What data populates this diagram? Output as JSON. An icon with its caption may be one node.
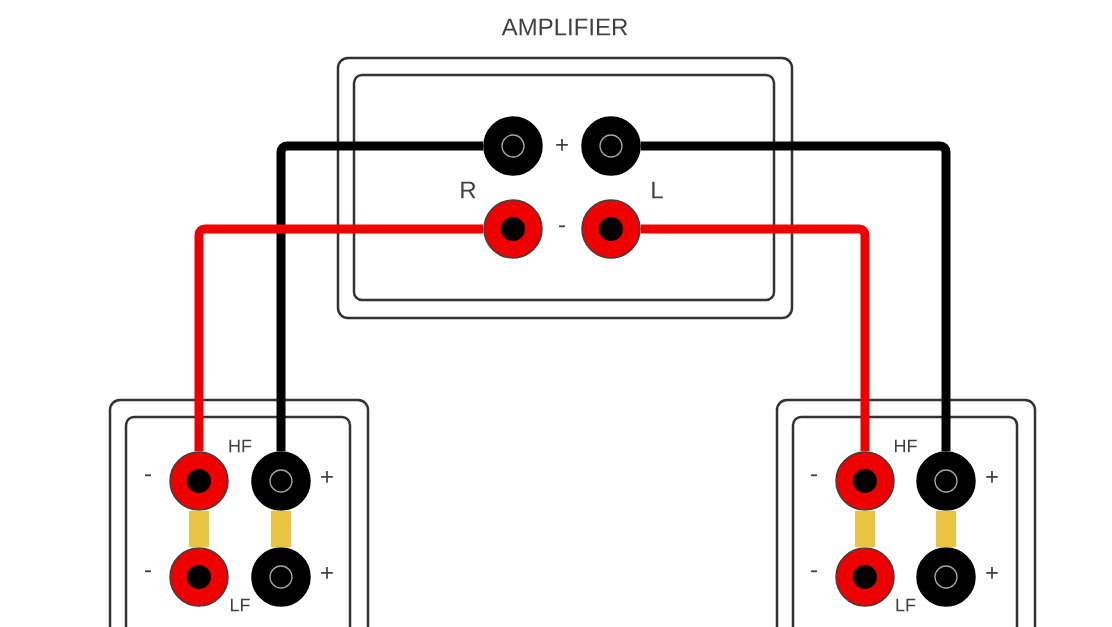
{
  "diagram": {
    "nodes": [
      {
        "text": [
          "AMPLIFIER"
        ]
      },
      {
        "text": [],
        "shape": "circle",
        "in": 0
      },
      {
        "text": [],
        "shape": "circle",
        "in": 0
      },
      {
        "text": [],
        "shape": "circle",
        "in": 0
      },
      {
        "text": [],
        "shape": "circle",
        "in": 0
      },
      {
        "text": [
          "HF",
          "LF"
        ]
      },
      {
        "text": [],
        "shape": "circle",
        "in": 5,
        "beside": [
          "-"
        ]
      },
      {
        "text": [],
        "shape": "circle",
        "in": 5,
        "beside": [
          "+"
        ]
      },
      {
        "text": [],
        "shape": "circle",
        "in": 5,
        "beside": [
          "-"
        ]
      },
      {
        "text": [],
        "shape": "circle",
        "in": 5,
        "beside": [
          "+"
        ]
      },
      {
        "text": [
          "HF",
          "LF"
        ]
      },
      {
        "text": [],
        "shape": "circle",
        "in": 10,
        "beside": [
          "-"
        ]
      },
      {
        "text": [],
        "shape": "circle",
        "in": 10,
        "beside": [
          "+"
        ]
      },
      {
        "text": [],
        "shape": "circle",
        "in": 10,
        "beside": [
          "-"
        ]
      },
      {
        "text": [],
        "shape": "circle",
        "in": 10,
        "beside": [
          "+"
        ]
      }
    ],
    "edges": [
      {
        "from": 1,
        "to": 7,
        "arrow": "none",
        "color": "#000000"
      },
      {
        "from": 2,
        "to": 12,
        "arrow": "none",
        "color": "#000000"
      },
      {
        "from": 3,
        "to": 6,
        "arrow": "none",
        "color": "#ee0000"
      },
      {
        "from": 4,
        "to": 11,
        "arrow": "none",
        "color": "#ee0000"
      },
      {
        "from": 6,
        "to": 8,
        "arrow": "none",
        "style": "thick",
        "color": "#e8c440"
      },
      {
        "from": 7,
        "to": 9,
        "arrow": "none",
        "style": "thick",
        "color": "#e8c440"
      },
      {
        "from": 11,
        "to": 13,
        "arrow": "none",
        "style": "thick",
        "color": "#e8c440"
      },
      {
        "from": 12,
        "to": 14,
        "arrow": "none",
        "style": "thick",
        "color": "#e8c440"
      }
    ],
    "labels": [
      "+",
      "R",
      "L",
      "-"
    ]
  }
}
